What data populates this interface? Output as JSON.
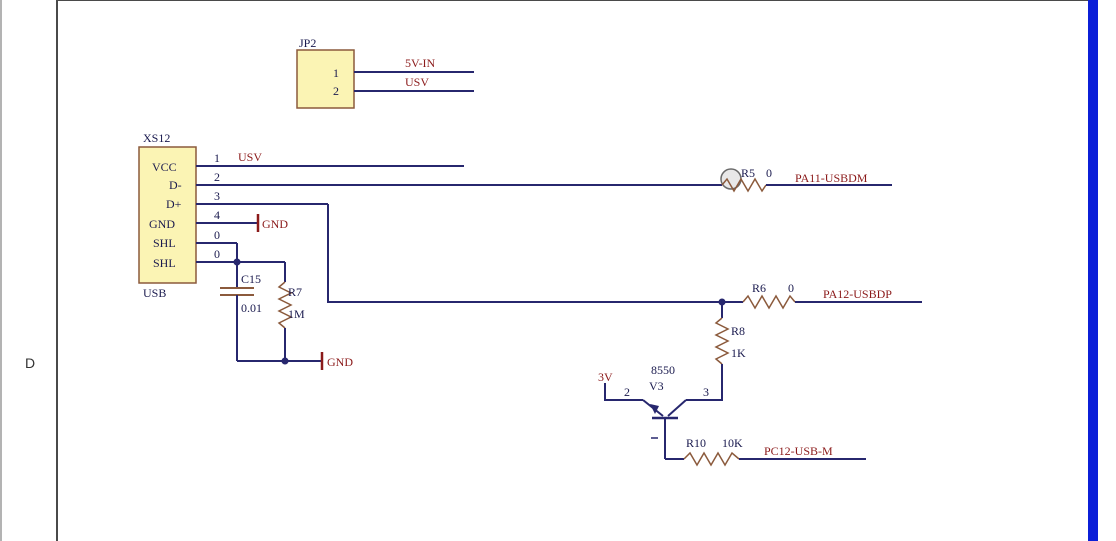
{
  "border": {
    "zone_letter": "D"
  },
  "jp2": {
    "designator": "JP2",
    "pins": [
      "1",
      "2"
    ],
    "net_labels": [
      "5V-IN",
      "USV"
    ]
  },
  "usb_connector": {
    "designator": "XS12",
    "footprint": "USB",
    "pin_names": [
      "VCC",
      "D-",
      "D+",
      "GND",
      "SHL",
      "SHL"
    ],
    "pin_numbers": [
      "1",
      "2",
      "3",
      "4",
      "0",
      "0"
    ],
    "vcc_net": "USV",
    "gnd_net": "GND"
  },
  "r5": {
    "designator": "R5",
    "value": "0",
    "net": "PA11-USBDM"
  },
  "r6": {
    "designator": "R6",
    "value": "0",
    "net": "PA12-USBDP"
  },
  "c15": {
    "designator": "C15",
    "value": "0.01"
  },
  "r7": {
    "designator": "R7",
    "value": "1M"
  },
  "shield_gnd": {
    "net": "GND"
  },
  "r8": {
    "designator": "R8",
    "value": "1K"
  },
  "v3": {
    "designator": "V3",
    "part": "8550",
    "supply": "3V",
    "pin_emitter": "2",
    "pin_collector": "3"
  },
  "r10": {
    "designator": "R10",
    "value": "10K",
    "net": "PC12-USB-M"
  },
  "colors": {
    "wire": "#27276e",
    "component_fill": "#fbf4b4",
    "component_border": "#8b5a3c",
    "net_label": "#8b1a1a",
    "text": "#1a1a4e",
    "page_edge": "#0b1fd8"
  }
}
